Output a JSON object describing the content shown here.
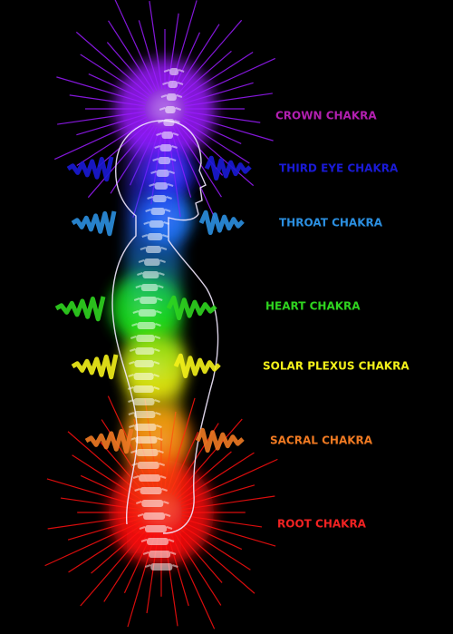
{
  "chakras": [
    {
      "key": "crown",
      "label": "CROWN CHAKRA",
      "color": "#b21fb0",
      "glow": "#9b1cff"
    },
    {
      "key": "third-eye",
      "label": "THIRD EYE CHAKRA",
      "color": "#1a1ad6",
      "glow": "#2a2cff"
    },
    {
      "key": "throat",
      "label": "THROAT CHAKRA",
      "color": "#2b8fe0",
      "glow": "#1e86ff"
    },
    {
      "key": "heart",
      "label": "HEART CHAKRA",
      "color": "#2fd41f",
      "glow": "#19e61a"
    },
    {
      "key": "solar",
      "label": "SOLAR PLEXUS CHAKRA",
      "color": "#f4f21a",
      "glow": "#f0ee10"
    },
    {
      "key": "sacral",
      "label": "SACRAL CHAKRA",
      "color": "#f07a22",
      "glow": "#ff7a10"
    },
    {
      "key": "root",
      "label": "ROOT CHAKRA",
      "color": "#f02222",
      "glow": "#ff1010"
    }
  ]
}
